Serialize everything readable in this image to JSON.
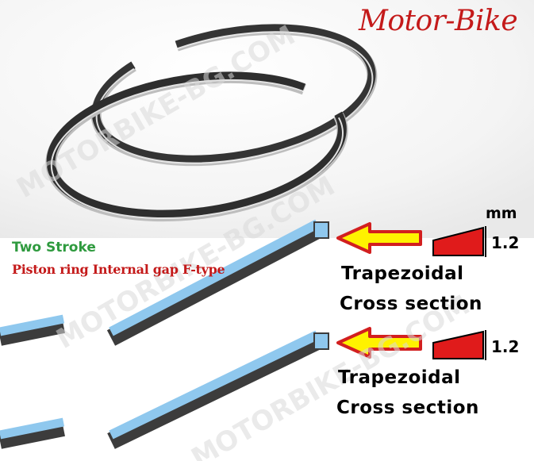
{
  "brand": {
    "title": "Motor-Bike",
    "color": "#c41a1a"
  },
  "watermark": "MOTORBIKE-BG.COM",
  "labels": {
    "engine_type": "Two Stroke",
    "ring_description": "Piston ring Internal gap F-type",
    "unit": "mm"
  },
  "sections": [
    {
      "shape": "Trapezoidal",
      "detail": "Cross section",
      "value": "1.2"
    },
    {
      "shape": "Trapezoidal",
      "detail": "Cross section",
      "value": "1.2"
    }
  ],
  "colors": {
    "ring_dark": "#3a3a3a",
    "ring_blue": "#8fc8ee",
    "arrow_fill": "#fff200",
    "arrow_outline": "#d21f1f",
    "profile_fill": "#e01b1b",
    "green_text": "#2e9a3e",
    "red_text": "#c41a1a"
  },
  "icons": [
    "piston-ring-photo",
    "pointer-arrow-icon",
    "trapezoid-profile-icon"
  ]
}
